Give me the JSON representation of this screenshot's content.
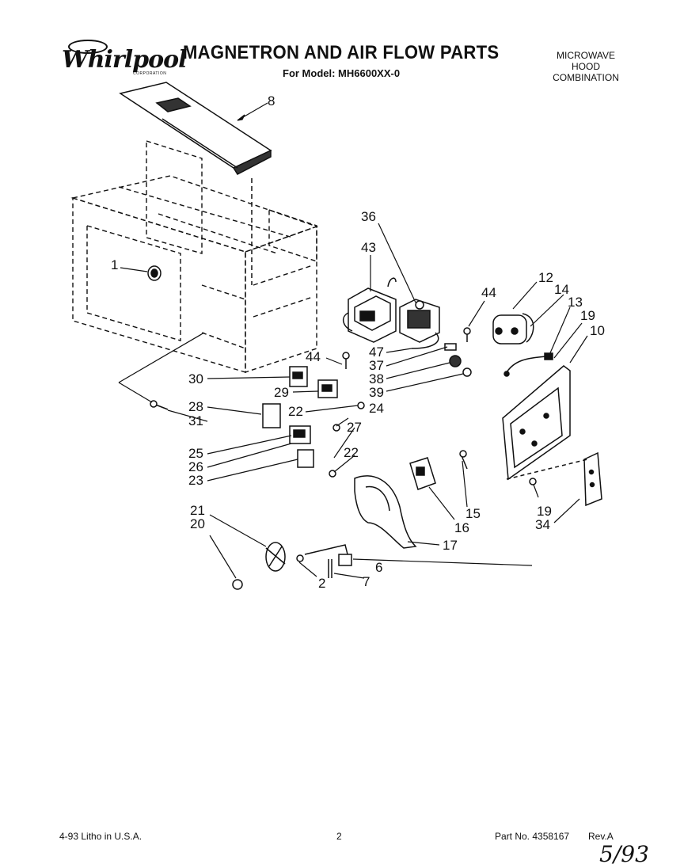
{
  "header": {
    "brand": "Whirlpool",
    "brand_sub": "CORPORATION",
    "title": "MAGNETRON AND AIR FLOW PARTS",
    "model": "For Model: MH6600XX-0",
    "product_lines": [
      "MICROWAVE",
      "HOOD",
      "COMBINATION"
    ]
  },
  "callouts": [
    "8",
    "1",
    "36",
    "43",
    "12",
    "14",
    "13",
    "19",
    "10",
    "44",
    "44",
    "47",
    "37",
    "38",
    "39",
    "30",
    "29",
    "22",
    "24",
    "28",
    "31",
    "27",
    "22",
    "25",
    "26",
    "23",
    "15",
    "16",
    "17",
    "19",
    "34",
    "21",
    "20",
    "6",
    "2",
    "7"
  ],
  "footer": {
    "litho": "4-93 Litho in U.S.A.",
    "page": "2",
    "part_no": "Part No. 4358167",
    "rev": "Rev.A",
    "handwritten_date": "5/93"
  }
}
